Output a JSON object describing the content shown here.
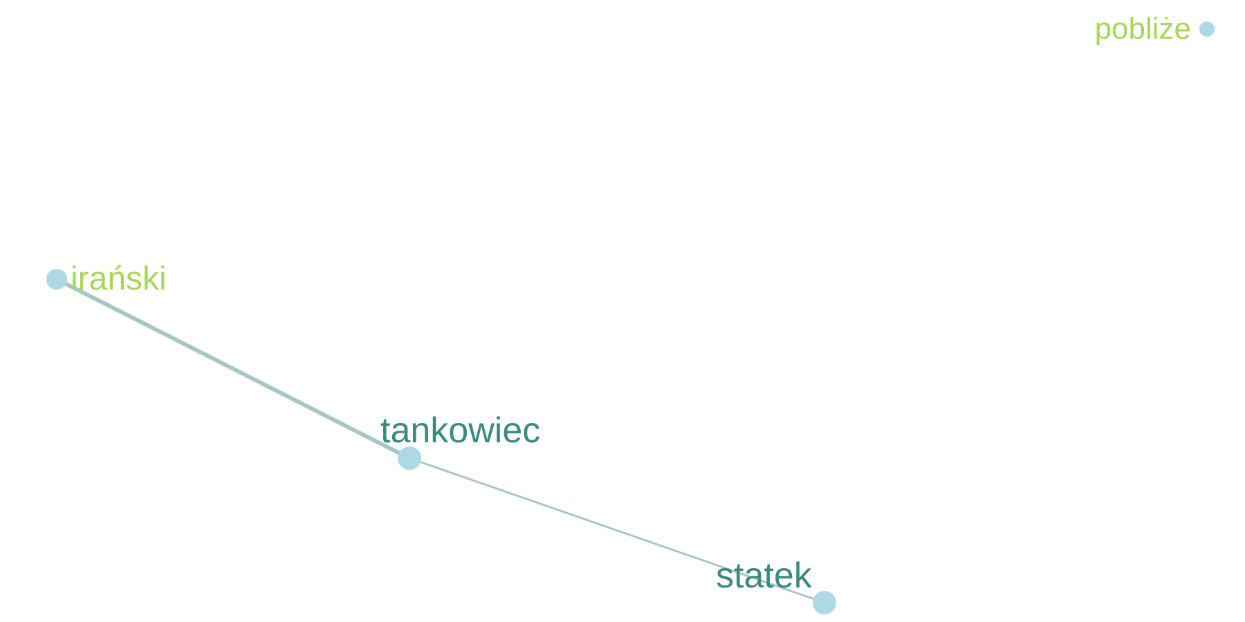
{
  "graph": {
    "colors": {
      "edge": "#a9c6c6",
      "node": "#add8e6",
      "label_primary": "#3a8a80",
      "label_secondary": "#a9d65a",
      "background": "#ffffff"
    },
    "nodes": [
      {
        "id": "iranski",
        "label": "irański",
        "group": "secondary"
      },
      {
        "id": "tankowiec",
        "label": "tankowiec",
        "group": "primary"
      },
      {
        "id": "statek",
        "label": "statek",
        "group": "primary"
      },
      {
        "id": "pobliże",
        "label": "pobliże",
        "group": "secondary"
      }
    ],
    "edges": [
      {
        "source": "iranski",
        "target": "tankowiec",
        "weight": "strong"
      },
      {
        "source": "tankowiec",
        "target": "statek",
        "weight": "weak"
      }
    ]
  }
}
